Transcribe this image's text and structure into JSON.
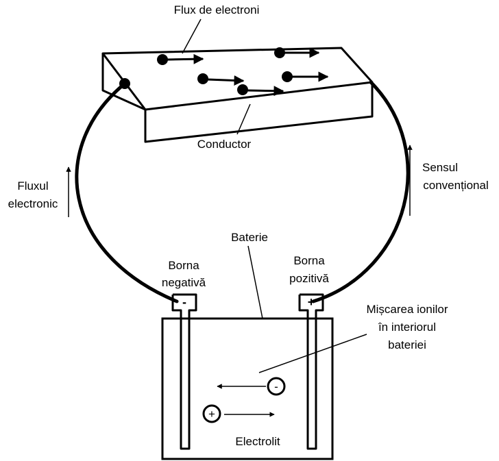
{
  "labels": {
    "electron_flow": "Flux de electroni",
    "conductor": "Conductor",
    "electronic_flow_line1": "Fluxul",
    "electronic_flow_line2": "electronic",
    "conventional_line1": "Sensul",
    "conventional_line2": "convențional",
    "battery": "Baterie",
    "negative_line1": "Borna",
    "negative_line2": "negativă",
    "positive_line1": "Borna",
    "positive_line2": "pozitivă",
    "ions_line1": "Mișcarea ionilor",
    "ions_line2": "în interiorul",
    "ions_line3": "bateriei",
    "electrolyte": "Electrolit"
  },
  "symbols": {
    "negative_terminal": "-",
    "positive_terminal": "+",
    "negative_ion": "-",
    "positive_ion": "+"
  }
}
